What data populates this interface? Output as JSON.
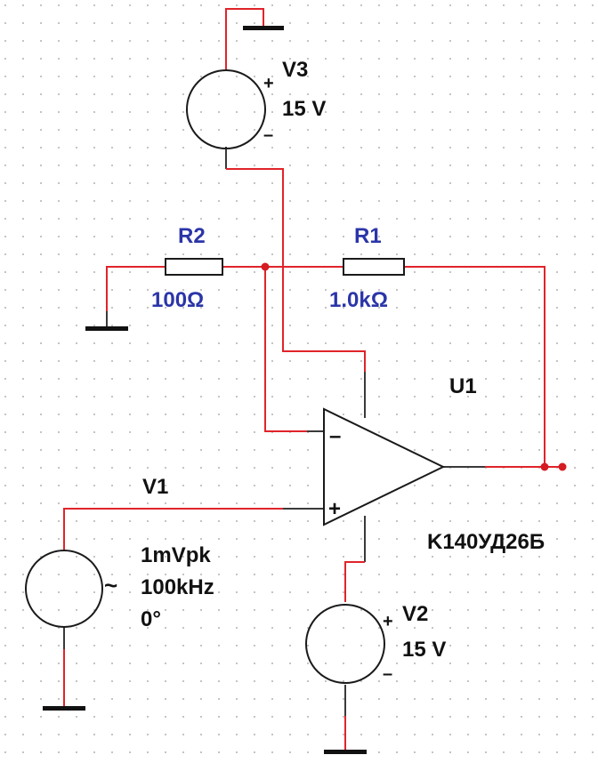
{
  "colors": {
    "wire_red": "#e0242a",
    "wire_gray": "#7a7a7a",
    "wire_dark": "#3a3a3a",
    "resistor_label_blue": "#2b35a8",
    "text_black": "#111111",
    "node_dot": "#d41c22",
    "grid_dot": "#9a9a9a",
    "background": "#ffffff"
  },
  "components": {
    "v3": {
      "name": "V3",
      "value": "15 V",
      "plus": "+",
      "minus": "–"
    },
    "r2": {
      "name": "R2",
      "value": "100Ω"
    },
    "r1": {
      "name": "R1",
      "value": "1.0kΩ"
    },
    "u1": {
      "name": "U1",
      "model": "K140УД26Б",
      "inv_sign": "–",
      "noninv_sign": "+"
    },
    "v1": {
      "name": "V1",
      "amplitude": "1mVpk",
      "frequency": "100kHz",
      "phase": "0°",
      "ac_symbol": "~"
    },
    "v2": {
      "name": "V2",
      "value": "15 V",
      "plus": "+",
      "minus": "–"
    }
  },
  "icons": {
    "ground": "ground-icon",
    "dc_source": "dc-voltage-source-icon",
    "ac_source": "ac-voltage-source-icon",
    "resistor": "resistor-icon",
    "opamp": "op-amp-icon"
  }
}
